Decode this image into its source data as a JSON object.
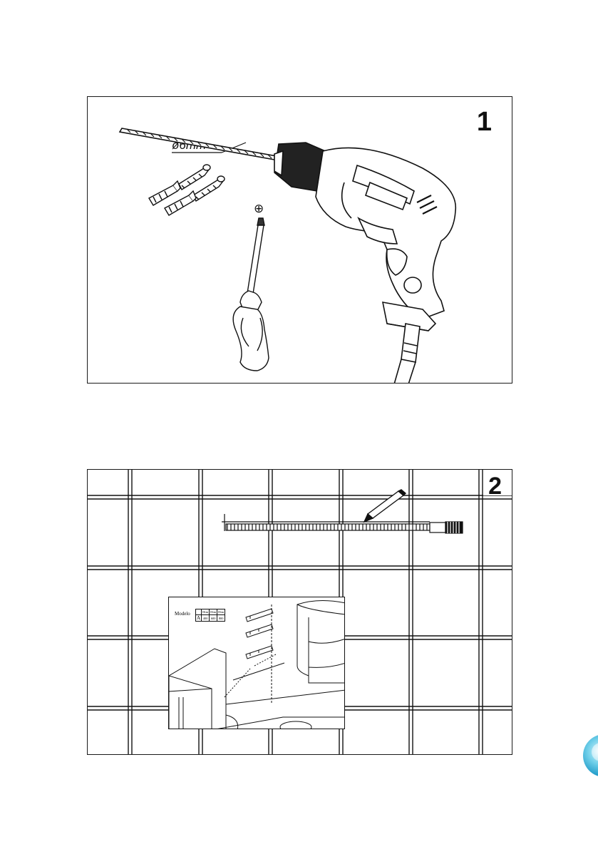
{
  "panel1": {
    "step_number": "1",
    "drill_bit_label": "ø6mm",
    "phillips_symbol": "⊕"
  },
  "panel2": {
    "step_number": "2",
    "inset": {
      "model_label": "Modelo",
      "table_header": [
        "Dim",
        "Dim",
        "Dim"
      ],
      "table_row": [
        "A",
        "400",
        "600",
        "800"
      ]
    }
  },
  "colors": {
    "ink": "#111111",
    "logo_blue": "#1b97c6"
  },
  "icons": [
    "drill-icon",
    "screw-icon",
    "wall-plug-icon",
    "screwdriver-icon",
    "pencil-icon",
    "tape-measure-icon",
    "logo-icon"
  ]
}
